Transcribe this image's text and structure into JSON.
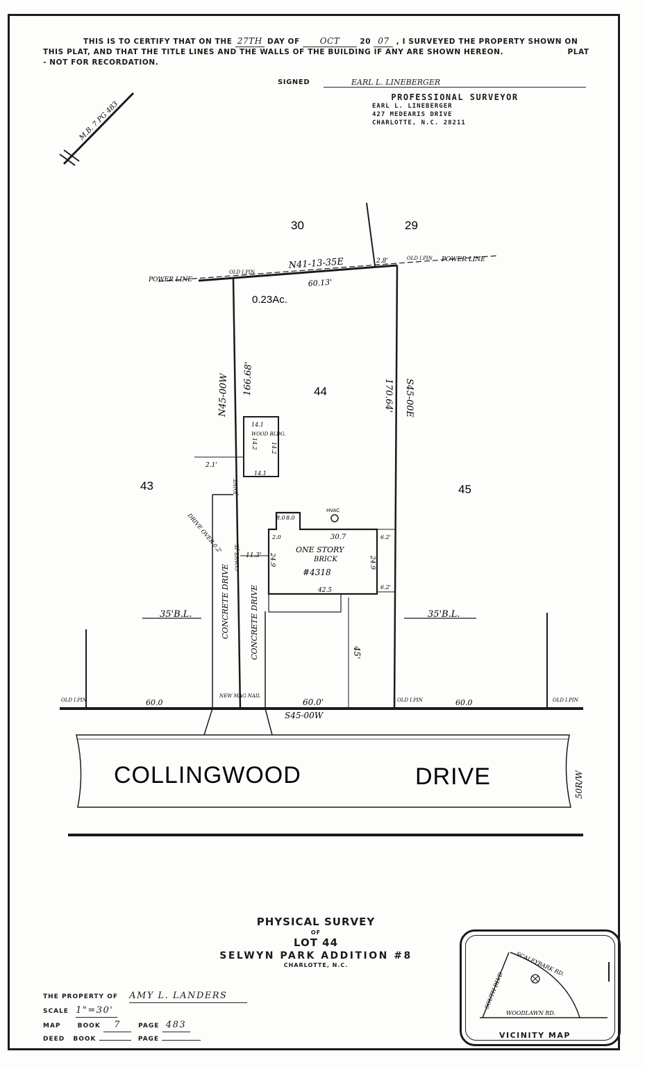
{
  "certification": {
    "part1": "THIS IS TO CERTIFY THAT ON THE",
    "day": "27TH",
    "part2": "DAY OF",
    "month": "OCT",
    "part3": "20",
    "year": "07",
    "part4": ", I SURVEYED THE PROPERTY SHOWN ON THIS PLAT, AND THAT THE TITLE LINES AND THE WALLS OF THE BUILDING IF ANY ARE SHOWN HEREON.",
    "plat_note": "PLAT - NOT FOR RECORDATION."
  },
  "signature": {
    "label": "SIGNED",
    "signed_name": "EARL L. LINEBERGER",
    "title": "PROFESSIONAL SURVEYOR",
    "name": "EARL L. LINEBERGER",
    "address": "427 MEDEARIS DRIVE",
    "city": "CHARLOTTE, N.C. 28211"
  },
  "map_reference": "M.B. 7 PG 483",
  "plat": {
    "lots": {
      "lot_30": "30",
      "lot_29": "29",
      "lot_44": "44",
      "lot_43": "43",
      "lot_45": "45"
    },
    "acreage": "0.23Ac.",
    "rear_bearing": "N41-13-35E",
    "rear_distance": "60.13'",
    "rear_offset": "2.8'",
    "left_bearing": "N45-00W",
    "left_distance": "166.68'",
    "right_bearing": "S45-00E",
    "right_distance": "170.64'",
    "front_bearing": "S45-00W",
    "front_distance": "60.0'",
    "adjacent_front_left": "60.0",
    "adjacent_front_right": "60.0",
    "power_line": "POWER LINE",
    "old_pin": "OLD I.PIN",
    "new_mag_nail": "NEW MAG NAIL",
    "setback_left": "35'B.L.",
    "setback_right": "35'B.L.",
    "setback_depth": "45'",
    "shed": {
      "label": "WOOD BLDG.",
      "dim_top": "14.1",
      "dim_bottom": "14.1",
      "dim_left": "14.2",
      "dim_right": "14.2",
      "offset": "2.1'"
    },
    "house": {
      "line1": "ONE STORY",
      "line2": "BRICK",
      "number": "#4318",
      "width_top": "30.7",
      "width_bottom": "42.5",
      "depth_right": "24.9",
      "depth_left": "24.9",
      "stoop_a": "8.0",
      "stoop_b": "8.0",
      "stoop_c": "2.0",
      "side_top": "6.2'",
      "side_bottom": "6.2'",
      "hvac": "HVAC",
      "drive_offset": "11.3'"
    },
    "driveways": {
      "left": "CONCRETE DRIVE",
      "center": "CONCRETE DRIVE",
      "encroach": "DRIVE OVER 0.2'",
      "joint": "JOINT",
      "const_jt": "CONST. JT."
    },
    "street": {
      "name_left": "COLLINGWOOD",
      "name_right": "DRIVE",
      "row": "50R/W"
    }
  },
  "title_block": {
    "line1": "PHYSICAL SURVEY",
    "line2": "OF",
    "line3": "LOT 44",
    "line4": "SELWYN PARK ADDITION #8",
    "line5": "CHARLOTTE, N.C."
  },
  "property_info": {
    "owner_label": "THE PROPERTY OF",
    "owner": "AMY L. LANDERS",
    "scale_label": "SCALE",
    "scale": "1\"=30'",
    "map_label": "MAP",
    "book_label": "BOOK",
    "map_book": "7",
    "page_label": "PAGE",
    "map_page": "483",
    "deed_label": "DEED",
    "deed_book_label": "BOOK",
    "deed_book": "",
    "deed_page_label": "PAGE",
    "deed_page": ""
  },
  "vicinity_map": {
    "title": "VICINITY MAP",
    "road1": "SOUTH BLVD",
    "road2": "SCALEYBARK RD.",
    "road3": "WOODLAWN RD."
  }
}
